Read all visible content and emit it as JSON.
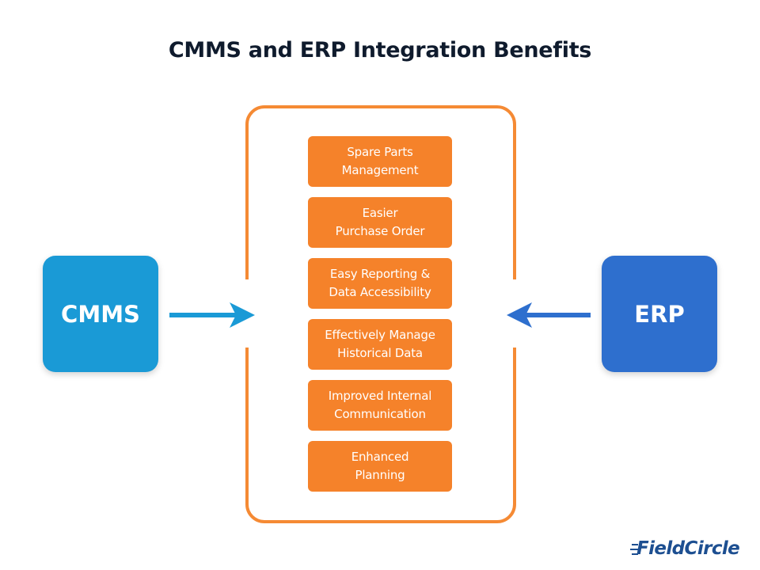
{
  "title": "CMMS and ERP Integration Benefits",
  "left_system": {
    "label": "CMMS",
    "color": "#1a9ad6"
  },
  "right_system": {
    "label": "ERP",
    "color": "#2e6fce"
  },
  "frame_color": "#f58a34",
  "benefit_color": "#f5822a",
  "benefits": [
    {
      "label": "Spare Parts\nManagement"
    },
    {
      "label": "Easier\nPurchase Order"
    },
    {
      "label": "Easy Reporting &\nData Accessibility"
    },
    {
      "label": "Effectively Manage\nHistorical Data"
    },
    {
      "label": "Improved Internal\nCommunication"
    },
    {
      "label": "Enhanced\nPlanning"
    }
  ],
  "arrows": [
    {
      "direction": "right",
      "from": "CMMS",
      "color": "#1a9ad6"
    },
    {
      "direction": "left",
      "from": "ERP",
      "color": "#2e6fce"
    }
  ],
  "brand": {
    "name": "FieldCircle"
  }
}
